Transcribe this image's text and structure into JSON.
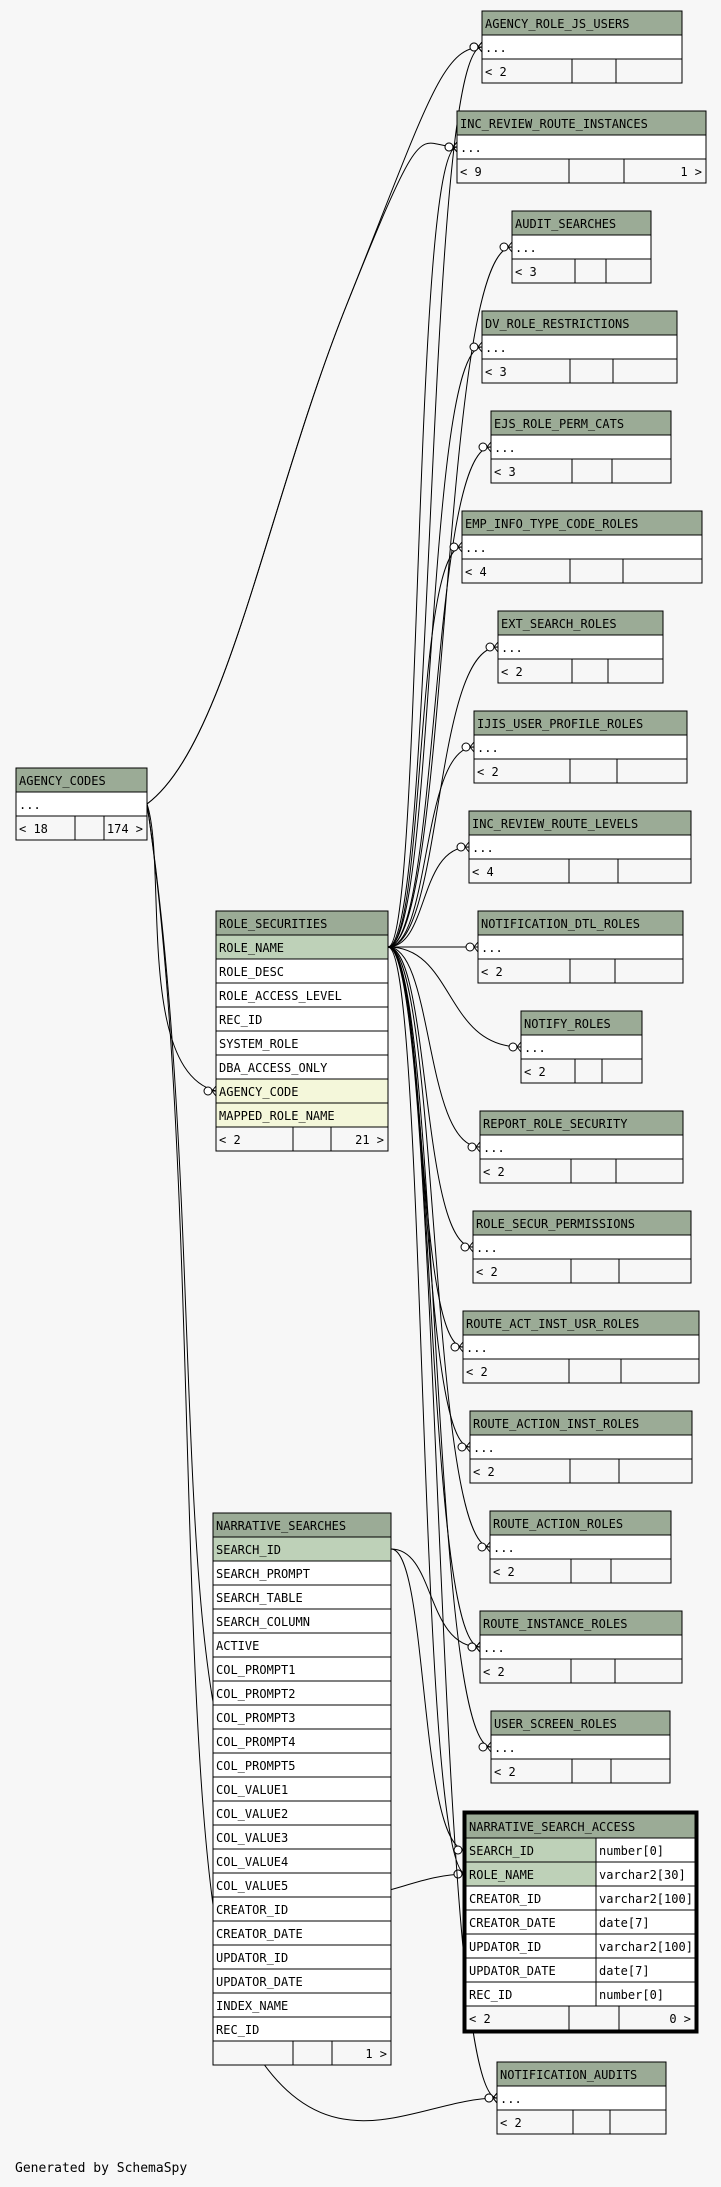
{
  "footer": "Generated by SchemaSpy",
  "colors": {
    "background": "#f7f7f7",
    "header_fill": "#9bab96",
    "key_fill": "#bed1b8",
    "foreign_key_fill": "#f4f7da",
    "row_fill": "#ffffff",
    "footer_fill": "#f7f7f7",
    "line": "#000000"
  },
  "tables": [
    {
      "id": "agency_role_js_users",
      "name": "AGENCY_ROLE_JS_USERS",
      "rows": [
        {
          "text": "..."
        }
      ],
      "foot": {
        "left": "< 2",
        "right": ""
      }
    },
    {
      "id": "inc_review_route_instances",
      "name": "INC_REVIEW_ROUTE_INSTANCES",
      "rows": [
        {
          "text": "..."
        }
      ],
      "foot": {
        "left": "< 9",
        "right": "1 >"
      }
    },
    {
      "id": "audit_searches",
      "name": "AUDIT_SEARCHES",
      "rows": [
        {
          "text": "..."
        }
      ],
      "foot": {
        "left": "< 3",
        "right": ""
      }
    },
    {
      "id": "dv_role_restrictions",
      "name": "DV_ROLE_RESTRICTIONS",
      "rows": [
        {
          "text": "..."
        }
      ],
      "foot": {
        "left": "< 3",
        "right": ""
      }
    },
    {
      "id": "ejs_role_perm_cats",
      "name": "EJS_ROLE_PERM_CATS",
      "rows": [
        {
          "text": "..."
        }
      ],
      "foot": {
        "left": "< 3",
        "right": ""
      }
    },
    {
      "id": "emp_info_type_code_roles",
      "name": "EMP_INFO_TYPE_CODE_ROLES",
      "rows": [
        {
          "text": "..."
        }
      ],
      "foot": {
        "left": "< 4",
        "right": ""
      }
    },
    {
      "id": "ext_search_roles",
      "name": "EXT_SEARCH_ROLES",
      "rows": [
        {
          "text": "..."
        }
      ],
      "foot": {
        "left": "< 2",
        "right": ""
      }
    },
    {
      "id": "ijis_user_profile_roles",
      "name": "IJIS_USER_PROFILE_ROLES",
      "rows": [
        {
          "text": "..."
        }
      ],
      "foot": {
        "left": "< 2",
        "right": ""
      }
    },
    {
      "id": "inc_review_route_levels",
      "name": "INC_REVIEW_ROUTE_LEVELS",
      "rows": [
        {
          "text": "..."
        }
      ],
      "foot": {
        "left": "< 4",
        "right": ""
      }
    },
    {
      "id": "notification_dtl_roles",
      "name": "NOTIFICATION_DTL_ROLES",
      "rows": [
        {
          "text": "..."
        }
      ],
      "foot": {
        "left": "< 2",
        "right": ""
      }
    },
    {
      "id": "notify_roles",
      "name": "NOTIFY_ROLES",
      "rows": [
        {
          "text": "..."
        }
      ],
      "foot": {
        "left": "< 2",
        "right": ""
      }
    },
    {
      "id": "report_role_security",
      "name": "REPORT_ROLE_SECURITY",
      "rows": [
        {
          "text": "..."
        }
      ],
      "foot": {
        "left": "< 2",
        "right": ""
      }
    },
    {
      "id": "role_secur_permissions",
      "name": "ROLE_SECUR_PERMISSIONS",
      "rows": [
        {
          "text": "..."
        }
      ],
      "foot": {
        "left": "< 2",
        "right": ""
      }
    },
    {
      "id": "route_act_inst_usr_roles",
      "name": "ROUTE_ACT_INST_USR_ROLES",
      "rows": [
        {
          "text": "..."
        }
      ],
      "foot": {
        "left": "< 2",
        "right": ""
      }
    },
    {
      "id": "route_action_inst_roles",
      "name": "ROUTE_ACTION_INST_ROLES",
      "rows": [
        {
          "text": "..."
        }
      ],
      "foot": {
        "left": "< 2",
        "right": ""
      }
    },
    {
      "id": "route_action_roles",
      "name": "ROUTE_ACTION_ROLES",
      "rows": [
        {
          "text": "..."
        }
      ],
      "foot": {
        "left": "< 2",
        "right": ""
      }
    },
    {
      "id": "route_instance_roles",
      "name": "ROUTE_INSTANCE_ROLES",
      "rows": [
        {
          "text": "..."
        }
      ],
      "foot": {
        "left": "< 2",
        "right": ""
      }
    },
    {
      "id": "user_screen_roles",
      "name": "USER_SCREEN_ROLES",
      "rows": [
        {
          "text": "..."
        }
      ],
      "foot": {
        "left": "< 2",
        "right": ""
      }
    },
    {
      "id": "agency_codes",
      "name": "AGENCY_CODES",
      "rows": [
        {
          "text": "..."
        }
      ],
      "foot": {
        "left": "< 18",
        "right": "174 >"
      }
    },
    {
      "id": "role_securities",
      "name": "ROLE_SECURITIES",
      "rows": [
        {
          "text": "ROLE_NAME",
          "kind": "key"
        },
        {
          "text": "ROLE_DESC"
        },
        {
          "text": "ROLE_ACCESS_LEVEL"
        },
        {
          "text": "REC_ID"
        },
        {
          "text": "SYSTEM_ROLE"
        },
        {
          "text": "DBA_ACCESS_ONLY"
        },
        {
          "text": "AGENCY_CODE",
          "kind": "fk"
        },
        {
          "text": "MAPPED_ROLE_NAME",
          "kind": "fk"
        }
      ],
      "foot": {
        "left": "< 2",
        "right": "21 >"
      }
    },
    {
      "id": "narrative_searches",
      "name": "NARRATIVE_SEARCHES",
      "rows": [
        {
          "text": "SEARCH_ID",
          "kind": "key"
        },
        {
          "text": "SEARCH_PROMPT"
        },
        {
          "text": "SEARCH_TABLE"
        },
        {
          "text": "SEARCH_COLUMN"
        },
        {
          "text": "ACTIVE"
        },
        {
          "text": "COL_PROMPT1"
        },
        {
          "text": "COL_PROMPT2"
        },
        {
          "text": "COL_PROMPT3"
        },
        {
          "text": "COL_PROMPT4"
        },
        {
          "text": "COL_PROMPT5"
        },
        {
          "text": "COL_VALUE1"
        },
        {
          "text": "COL_VALUE2"
        },
        {
          "text": "COL_VALUE3"
        },
        {
          "text": "COL_VALUE4"
        },
        {
          "text": "COL_VALUE5"
        },
        {
          "text": "CREATOR_ID"
        },
        {
          "text": "CREATOR_DATE"
        },
        {
          "text": "UPDATOR_ID"
        },
        {
          "text": "UPDATOR_DATE"
        },
        {
          "text": "INDEX_NAME"
        },
        {
          "text": "REC_ID"
        }
      ],
      "foot": {
        "left": "",
        "right": "1 >"
      }
    },
    {
      "id": "narrative_search_access",
      "name": "NARRATIVE_SEARCH_ACCESS",
      "focus": true,
      "rows": [
        {
          "text": "SEARCH_ID",
          "type": "number[0]",
          "kind": "key"
        },
        {
          "text": "ROLE_NAME",
          "type": "varchar2[30]",
          "kind": "key"
        },
        {
          "text": "CREATOR_ID",
          "type": "varchar2[100]"
        },
        {
          "text": "CREATOR_DATE",
          "type": "date[7]"
        },
        {
          "text": "UPDATOR_ID",
          "type": "varchar2[100]"
        },
        {
          "text": "UPDATOR_DATE",
          "type": "date[7]"
        },
        {
          "text": "REC_ID",
          "type": "number[0]"
        }
      ],
      "foot": {
        "left": "< 2",
        "right": "0 >"
      }
    },
    {
      "id": "notification_audits",
      "name": "NOTIFICATION_AUDITS",
      "rows": [
        {
          "text": "..."
        }
      ],
      "foot": {
        "left": "< 2",
        "right": ""
      }
    }
  ],
  "relationships": [
    {
      "from": "agency_codes",
      "to": "agency_role_js_users"
    },
    {
      "from": "agency_codes",
      "to": "inc_review_route_instances"
    },
    {
      "from": "agency_codes",
      "to": "role_securities"
    },
    {
      "from": "agency_codes",
      "to": "narrative_search_access"
    },
    {
      "from": "agency_codes",
      "to": "notification_audits"
    },
    {
      "from": "role_securities",
      "to": "agency_role_js_users"
    },
    {
      "from": "role_securities",
      "to": "inc_review_route_instances"
    },
    {
      "from": "role_securities",
      "to": "audit_searches"
    },
    {
      "from": "role_securities",
      "to": "dv_role_restrictions"
    },
    {
      "from": "role_securities",
      "to": "ejs_role_perm_cats"
    },
    {
      "from": "role_securities",
      "to": "emp_info_type_code_roles"
    },
    {
      "from": "role_securities",
      "to": "ext_search_roles"
    },
    {
      "from": "role_securities",
      "to": "ijis_user_profile_roles"
    },
    {
      "from": "role_securities",
      "to": "inc_review_route_levels"
    },
    {
      "from": "role_securities",
      "to": "notification_dtl_roles"
    },
    {
      "from": "role_securities",
      "to": "notify_roles"
    },
    {
      "from": "role_securities",
      "to": "report_role_security"
    },
    {
      "from": "role_securities",
      "to": "role_secur_permissions"
    },
    {
      "from": "role_securities",
      "to": "route_act_inst_usr_roles"
    },
    {
      "from": "role_securities",
      "to": "route_action_inst_roles"
    },
    {
      "from": "role_securities",
      "to": "route_action_roles"
    },
    {
      "from": "role_securities",
      "to": "route_instance_roles"
    },
    {
      "from": "role_securities",
      "to": "user_screen_roles"
    },
    {
      "from": "role_securities",
      "to": "narrative_search_access"
    },
    {
      "from": "role_securities",
      "to": "notification_audits"
    },
    {
      "from": "narrative_searches",
      "to": "narrative_search_access"
    },
    {
      "from": "narrative_searches",
      "to": "route_instance_roles"
    }
  ]
}
